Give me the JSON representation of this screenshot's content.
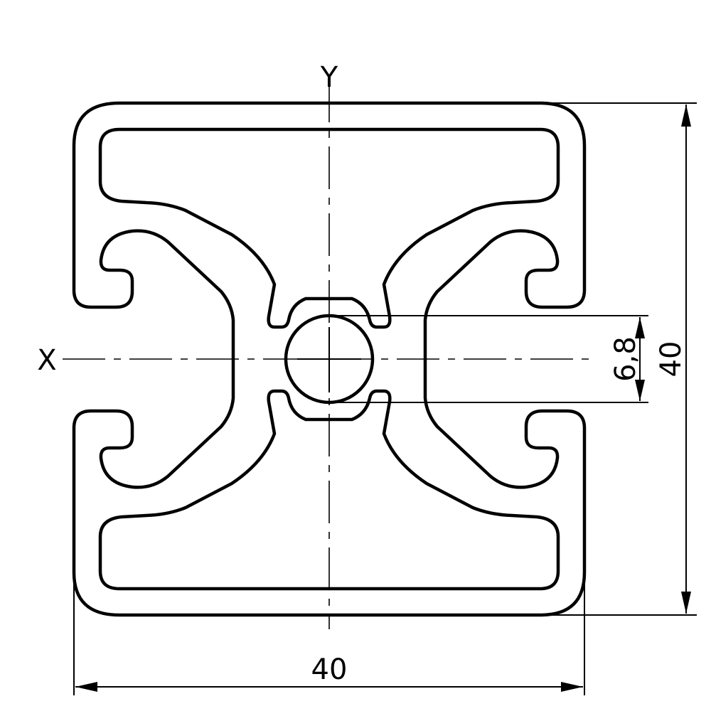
{
  "labels": {
    "x_axis": "X",
    "y_axis": "Y",
    "width_dimension": "40",
    "height_dimension": "40",
    "bore_dimension": "6,8"
  }
}
